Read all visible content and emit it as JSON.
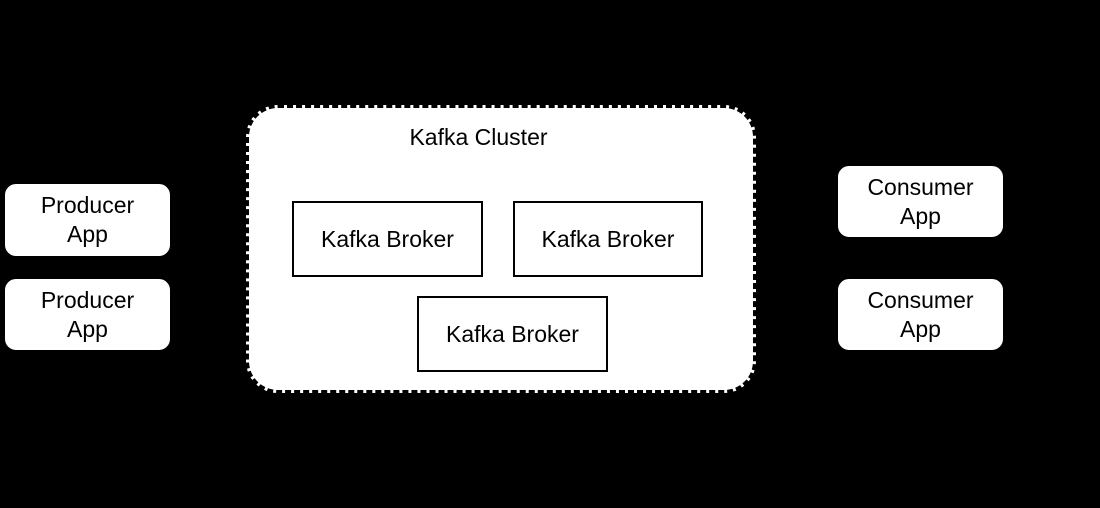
{
  "diagram": {
    "producers": [
      {
        "line1": "Producer",
        "line2": "App"
      },
      {
        "line1": "Producer",
        "line2": "App"
      }
    ],
    "cluster": {
      "title": "Kafka Cluster",
      "brokers": [
        {
          "label": "Kafka Broker"
        },
        {
          "label": "Kafka Broker"
        },
        {
          "label": "Kafka Broker"
        }
      ]
    },
    "consumers": [
      {
        "line1": "Consumer",
        "line2": "App"
      },
      {
        "line1": "Consumer",
        "line2": "App"
      }
    ],
    "colors": {
      "canvas_background": "#000000",
      "node_fill": "#ffffff",
      "node_border": "#000000",
      "text": "#000000"
    }
  }
}
